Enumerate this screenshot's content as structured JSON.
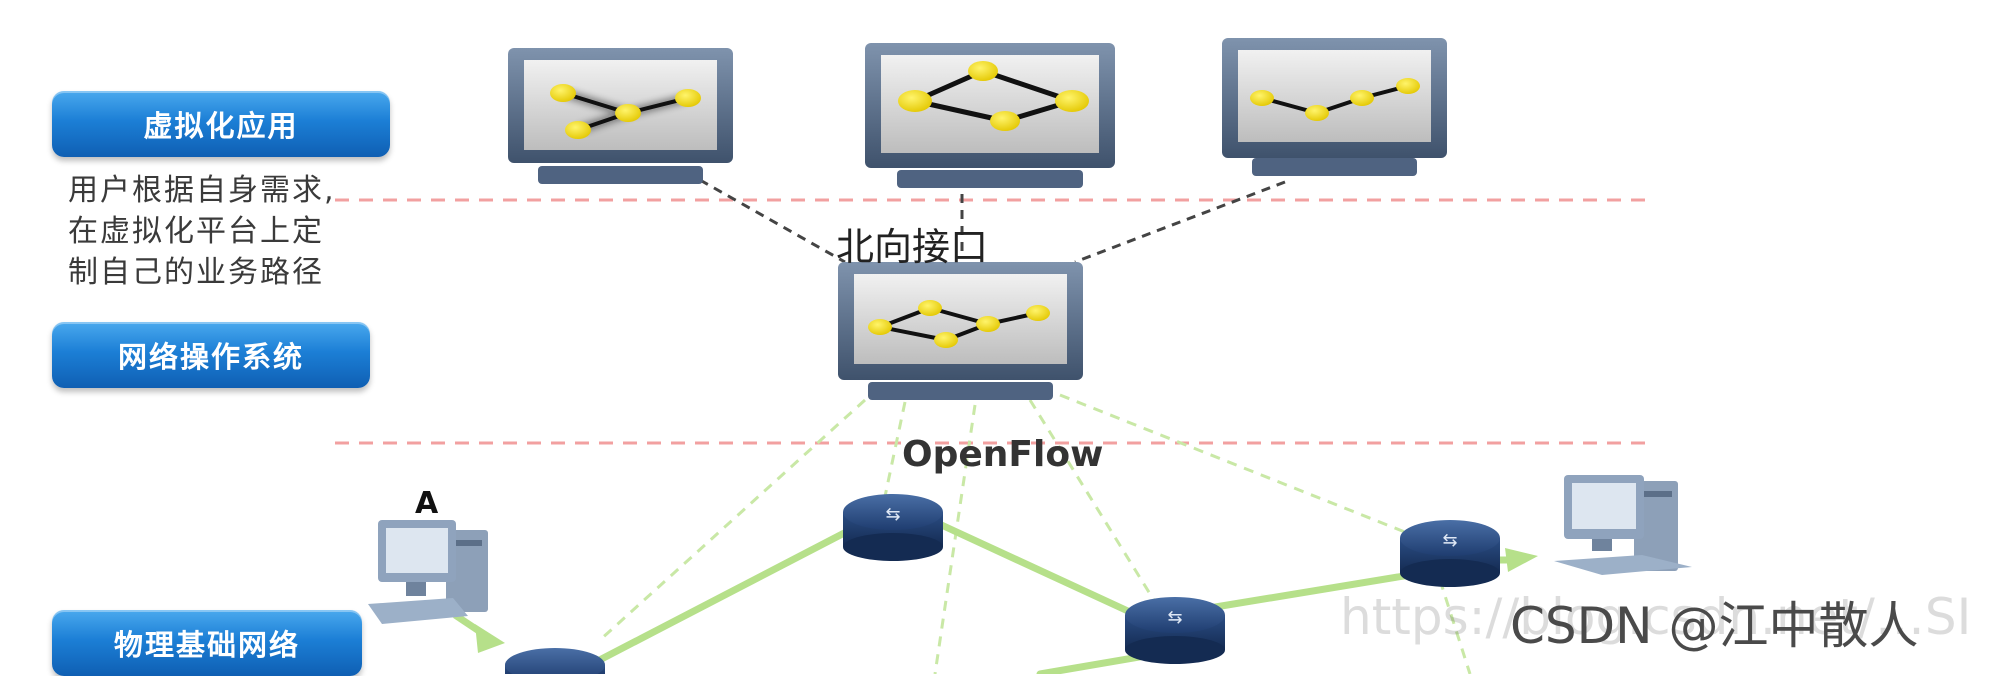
{
  "layers": {
    "virtual_app": "虚拟化应用",
    "network_os": "网络操作系统",
    "physical_network": "物理基础网络"
  },
  "description_lines": [
    "用户根据自身需求,",
    "在虚拟化平台上定",
    "制自己的业务路径"
  ],
  "interfaces": {
    "northbound": "北向接口",
    "southbound": "OpenFlow"
  },
  "host_label": "A",
  "watermark": {
    "faint": "https://blog.csdn.net/…SI",
    "text": "CSDN @江中散人"
  },
  "colors": {
    "button": "#1c7fd6",
    "divider": "#f2a0a0",
    "node": "#f5e400",
    "monitor_frame": "#5a6f8c",
    "green_link": "#b6e08a"
  }
}
